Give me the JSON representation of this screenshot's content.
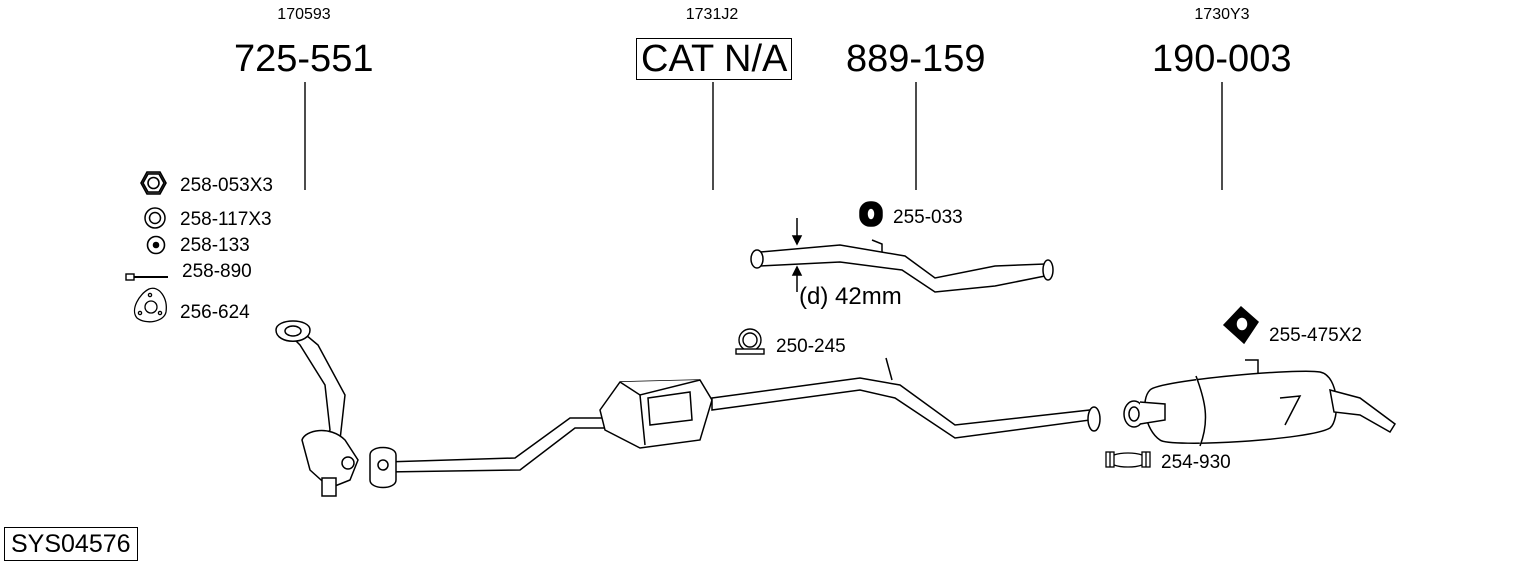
{
  "system_code": "SYS04576",
  "columns": [
    {
      "ref": "170593",
      "part": "725-551",
      "boxed": false
    },
    {
      "ref": "1731J2",
      "part": "CAT N/A",
      "boxed": true
    },
    {
      "ref": "",
      "part": "889-159",
      "boxed": false
    },
    {
      "ref": "1730Y3",
      "part": "190-003",
      "boxed": false
    }
  ],
  "accessories": {
    "nut": "258-053X3",
    "washer": "258-117X3",
    "ring": "258-133",
    "bolt": "258-890",
    "gasket": "256-624",
    "hanger_front": "255-033",
    "clamp_mid": "250-245",
    "hanger_rear": "255-475X2",
    "clamp_rear": "254-930"
  },
  "dimension_label": "(d) 42mm"
}
